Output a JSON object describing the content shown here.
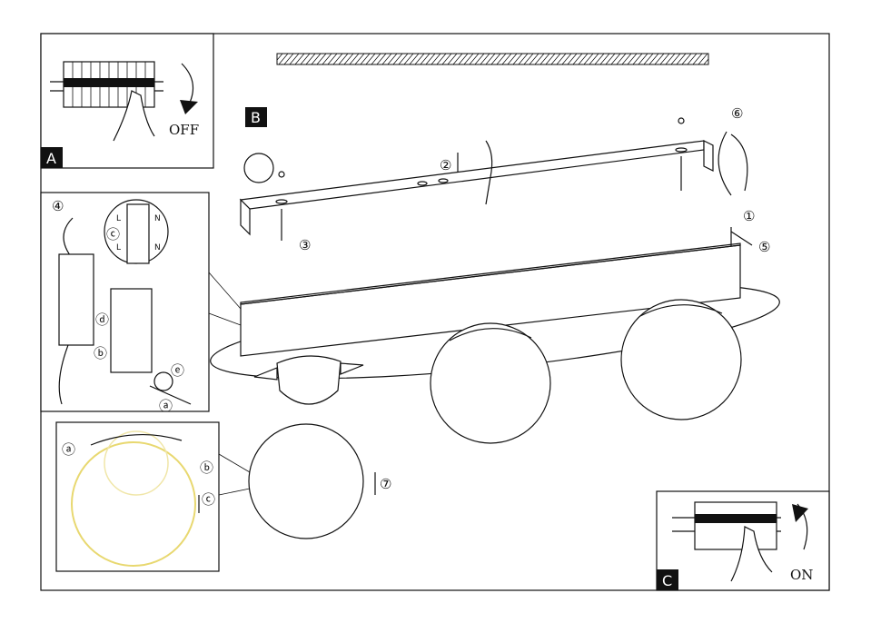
{
  "panels": {
    "a": {
      "label": "A",
      "switch_text": "OFF"
    },
    "b": {
      "label": "B"
    },
    "c": {
      "label": "C",
      "switch_text": "ON"
    }
  },
  "steps": {
    "s1": "①",
    "s2": "②",
    "s3": "③",
    "s4": "④",
    "s5": "⑤",
    "s6": "⑥",
    "s7": "⑦"
  },
  "wiring": {
    "c": "ⓒ",
    "d": "ⓓ",
    "b": "ⓑ",
    "a": "ⓐ",
    "e": "ⓔ",
    "l_top": "L",
    "n_top": "N",
    "l_bottom": "L",
    "n_bottom": "N"
  },
  "detail": {
    "a": "ⓐ",
    "b": "ⓑ",
    "c": "ⓒ"
  },
  "colors": {
    "line": "#111111",
    "label_bg": "#111111",
    "glow": "#f3e7a0"
  }
}
